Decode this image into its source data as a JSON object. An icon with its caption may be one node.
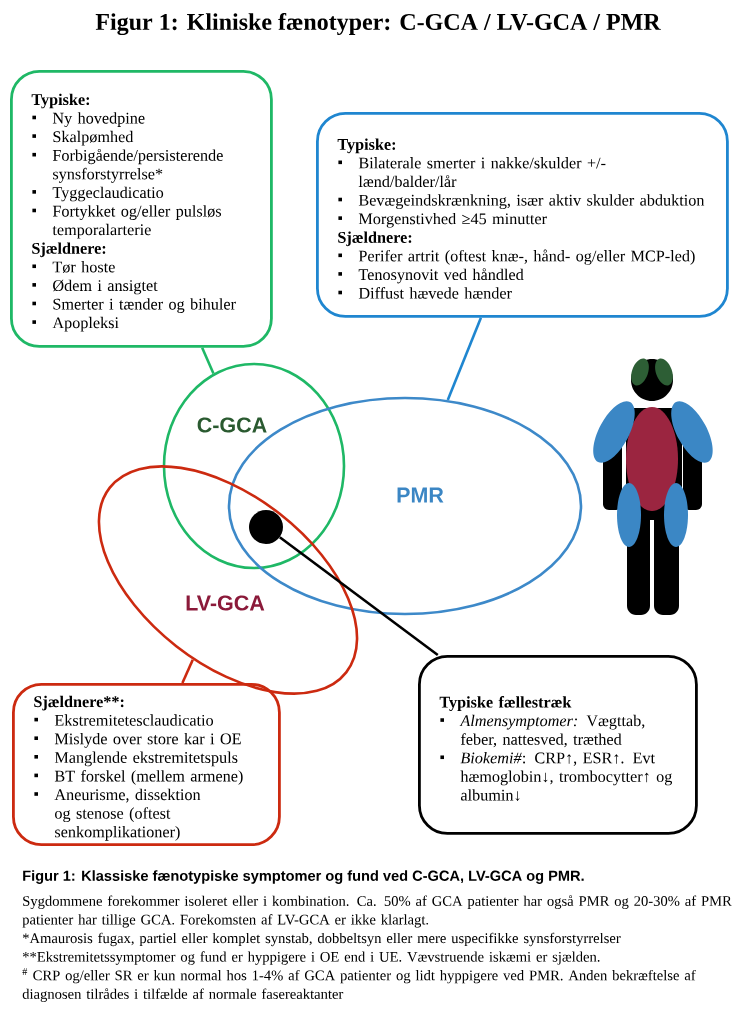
{
  "diagram": {
    "title": "Figur 1: Kliniske fænotyper: C-GCA / LV-GCA / PMR",
    "caption": "Figur 1: Klassiske fænotypiske symptomer og fund ved C-GCA, LV-GCA og PMR.",
    "nodes": [
      {
        "text": [
          "Typiske:",
          "Ny hovedpine",
          "Skalpømhed",
          "Forbigående/persisterende synsforstyrrelse*",
          "Tyggeclaudicatio",
          "Fortykket og/eller pulsløs temporalarterie",
          "Sjældnere:",
          "Tør hoste",
          "Ødem i ansigtet",
          "Smerter i tænder og bihuler",
          "Apopleksi"
        ]
      },
      {
        "text": [
          "Typiske:",
          "Bilaterale smerter i nakke/skulder +/- lænd/balder/lår",
          "Bevægeindskrænkning, især aktiv skulder abduktion",
          "Morgenstivhed ≥45 minutter",
          "Sjældnere:",
          "Perifer artrit (oftest knæ-, hånd- og/eller MCP-led)",
          "Tenosynovit ved håndled",
          "Diffust hævede hænder"
        ]
      },
      {
        "text": [
          "C-GCA"
        ]
      },
      {
        "text": [
          "PMR"
        ]
      },
      {
        "text": [
          "LV-GCA"
        ]
      },
      {
        "text": [],
        "shape": "circle"
      },
      {
        "text": [
          "Sjældnere**:",
          "Ekstremitetesclaudicatio",
          "Mislyde over store kar i OE",
          "Manglende ekstremitetspuls",
          "BT forskel (mellem armene)",
          "Aneurisme, dissektion og stenose (oftest senkomplikationer)"
        ]
      },
      {
        "text": [
          "Typiske fællestræk",
          "*Almensymptomer:* Vægttab, feber, nattesved, træthed",
          "*Biokemi#*: CRP↑, ESR↑. Evt  hæmoglobin↓, trombocytter↑ og albumin↓"
        ]
      }
    ],
    "edges": [
      {
        "from": 0,
        "to": 2,
        "arrow": "none",
        "color": "#1fb866"
      },
      {
        "from": 1,
        "to": 3,
        "arrow": "none",
        "color": "#1f86d0"
      },
      {
        "from": 6,
        "to": 4,
        "arrow": "none",
        "color": "#cc2a10"
      },
      {
        "from": 5,
        "to": 7,
        "arrow": "none",
        "color": "#000000"
      }
    ],
    "labels": [
      "Sygdommene forekommer isoleret eller i kombination. Ca. 50% af GCA patienter har også PMR og 20-30% af PMR patienter har tillige GCA. Forekomsten af LV-GCA er ikke klarlagt.",
      "*Amaurosis fugax, partiel eller komplet synstab, dobbeltsyn eller mere uspecifikke synsforstyrrelser",
      "**Ekstremitetssymptomer og fund er hyppigere i OE end i UE. Vævstruende iskæmi er sjælden.",
      "$^{#}$ CRP og/eller SR er kun normal hos 1-4% af GCA patienter og lidt hyppigere ved PMR. Anden bekræftelse af diagnosen tilrådes i tilfælde af normale fasereaktanter"
    ]
  }
}
